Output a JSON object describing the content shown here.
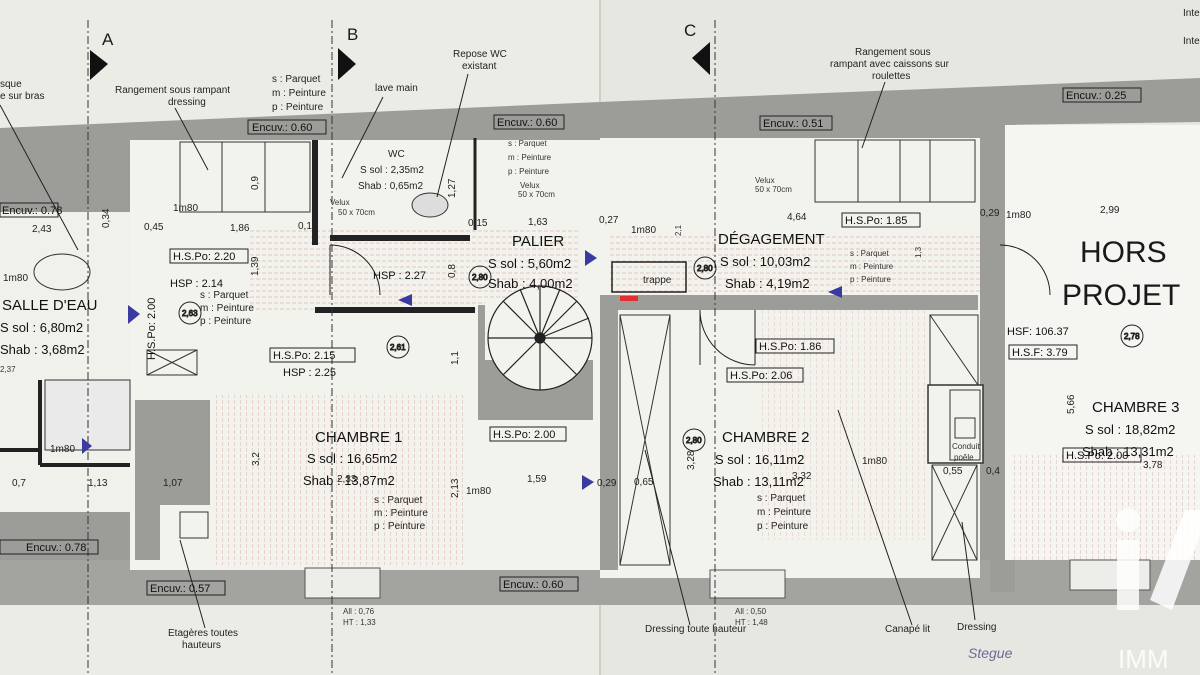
{
  "axes": [
    "A",
    "B",
    "C"
  ],
  "rooms": {
    "salle_eau": {
      "name": "SALLE D'EAU",
      "ssol": "S sol : 6,80m2",
      "shab": "Shab : 3,68m2"
    },
    "wc": {
      "name": "WC",
      "ssol": "S sol : 2,35m2",
      "shab": "Shab : 0,65m2"
    },
    "palier": {
      "name": "PALIER",
      "ssol": "S sol : 5,60m2",
      "shab": "Shab : 4,00m2"
    },
    "degagement": {
      "name": "DÉGAGEMENT",
      "ssol": "S sol : 10,03m2",
      "shab": "Shab : 4,19m2"
    },
    "chambre1": {
      "name": "CHAMBRE 1",
      "ssol": "S sol : 16,65m2",
      "shab": "Shab : 13,87m2"
    },
    "chambre2": {
      "name": "CHAMBRE 2",
      "ssol": "S sol : 16,11m2",
      "shab": "Shab : 13,11m2"
    },
    "chambre3": {
      "name": "CHAMBRE 3",
      "ssol": "S sol : 18,82m2",
      "shab": "Shab : 13,31m2"
    },
    "hors_projet": {
      "line1": "HORS",
      "line2": "PROJET"
    }
  },
  "finishes": {
    "s": "s : Parquet",
    "m": "m : Peinture",
    "p": "p : Peinture"
  },
  "annotations": {
    "rangement_1": [
      "Rangement sous rampant",
      "dressing"
    ],
    "rangement_2": [
      "Rangement sous",
      "rampant avec caissons sur",
      "roulettes"
    ],
    "lave_main": "lave main",
    "repose_wc": [
      "Repose WC",
      "existant"
    ],
    "etageres": [
      "Etagères toutes",
      "hauteurs"
    ],
    "dressing_full": "Dressing toute hauteur",
    "canape": "Canapé lit",
    "dressing": "Dressing",
    "conduit": [
      "Conduit",
      "poêle"
    ],
    "trappe": "trappe",
    "velux": [
      "Velux",
      "50 x 70cm"
    ],
    "top_left": [
      "sque",
      "e sur bras"
    ],
    "legend_right": [
      "Inte",
      "Inte"
    ],
    "all_left": [
      "All : 0,76",
      "HT : 1,33"
    ],
    "all_right": [
      "All : 0,50",
      "HT : 1,48"
    ],
    "signature": "Stegue",
    "watermark": "IMM"
  },
  "encuv": {
    "e1": "Encuv.: 0.60",
    "e2": "Encuv.: 0.60",
    "e3": "Encuv.: 0.51",
    "e4": "Encuv.: 0.25",
    "e5": "Encuv.: 0.78",
    "e6": "Encuv.: 0.78",
    "e7": "Encuv.: 0.57",
    "e8": "Encuv.: 0.60"
  },
  "heights": {
    "hspo_220": "H.S.Po: 2.20",
    "hsp_214": "HSP : 2.14",
    "hsp_227": "HSP : 2.27",
    "hspo_215": "H.S.Po: 2.15",
    "hsp_225": "HSP : 2.25",
    "hspo_200a": "H.S.Po: 2.00",
    "hspo_200v": "H.S.Po: 2.00",
    "hspo_185": "H.S.Po: 1.85",
    "hspo_186": "H.S.Po: 1.86",
    "hspo_206": "H.S.Po: 2.06",
    "hsf_10637": "HSF: 106.37",
    "hsf_379": "H.S.F: 3.79",
    "hspo_200c": "H.S.Po: 2.00"
  },
  "heights_markers": [
    "2,63",
    "2,61",
    "2,80",
    "2,80",
    "2,80",
    "2,78"
  ],
  "dims": {
    "d243": "2,43",
    "d045": "0,45",
    "d186": "1,86",
    "d01": "0,1",
    "d015": "0,15",
    "d163": "1,63",
    "d027": "0,27",
    "d464": "4,64",
    "d029": "0,29",
    "d299": "2,99",
    "d034": "0,34",
    "d09": "0,9",
    "d127": "1,27",
    "d139": "1,39",
    "d08": "0,8",
    "d11": "1,1",
    "d32": "3,2",
    "d233": "2,33",
    "d213": "2,13",
    "d159": "1,59",
    "d029b": "0,29",
    "d065": "0,65",
    "d328": "3,28",
    "d332": "3,32",
    "d055": "0,55",
    "d04": "0,4",
    "d378": "3,78",
    "d566": "5,66",
    "d107": "1,07",
    "d113": "1,13",
    "d07": "0,7",
    "d237": "2,37",
    "d21": "2,1",
    "d13": "1,3",
    "m1": "1m80",
    "m2": "1m80",
    "m3": "1m80",
    "m4": "1m80",
    "m5": "1m80",
    "m6": "1m80",
    "m7": "1m80",
    "m8": "1m80"
  }
}
